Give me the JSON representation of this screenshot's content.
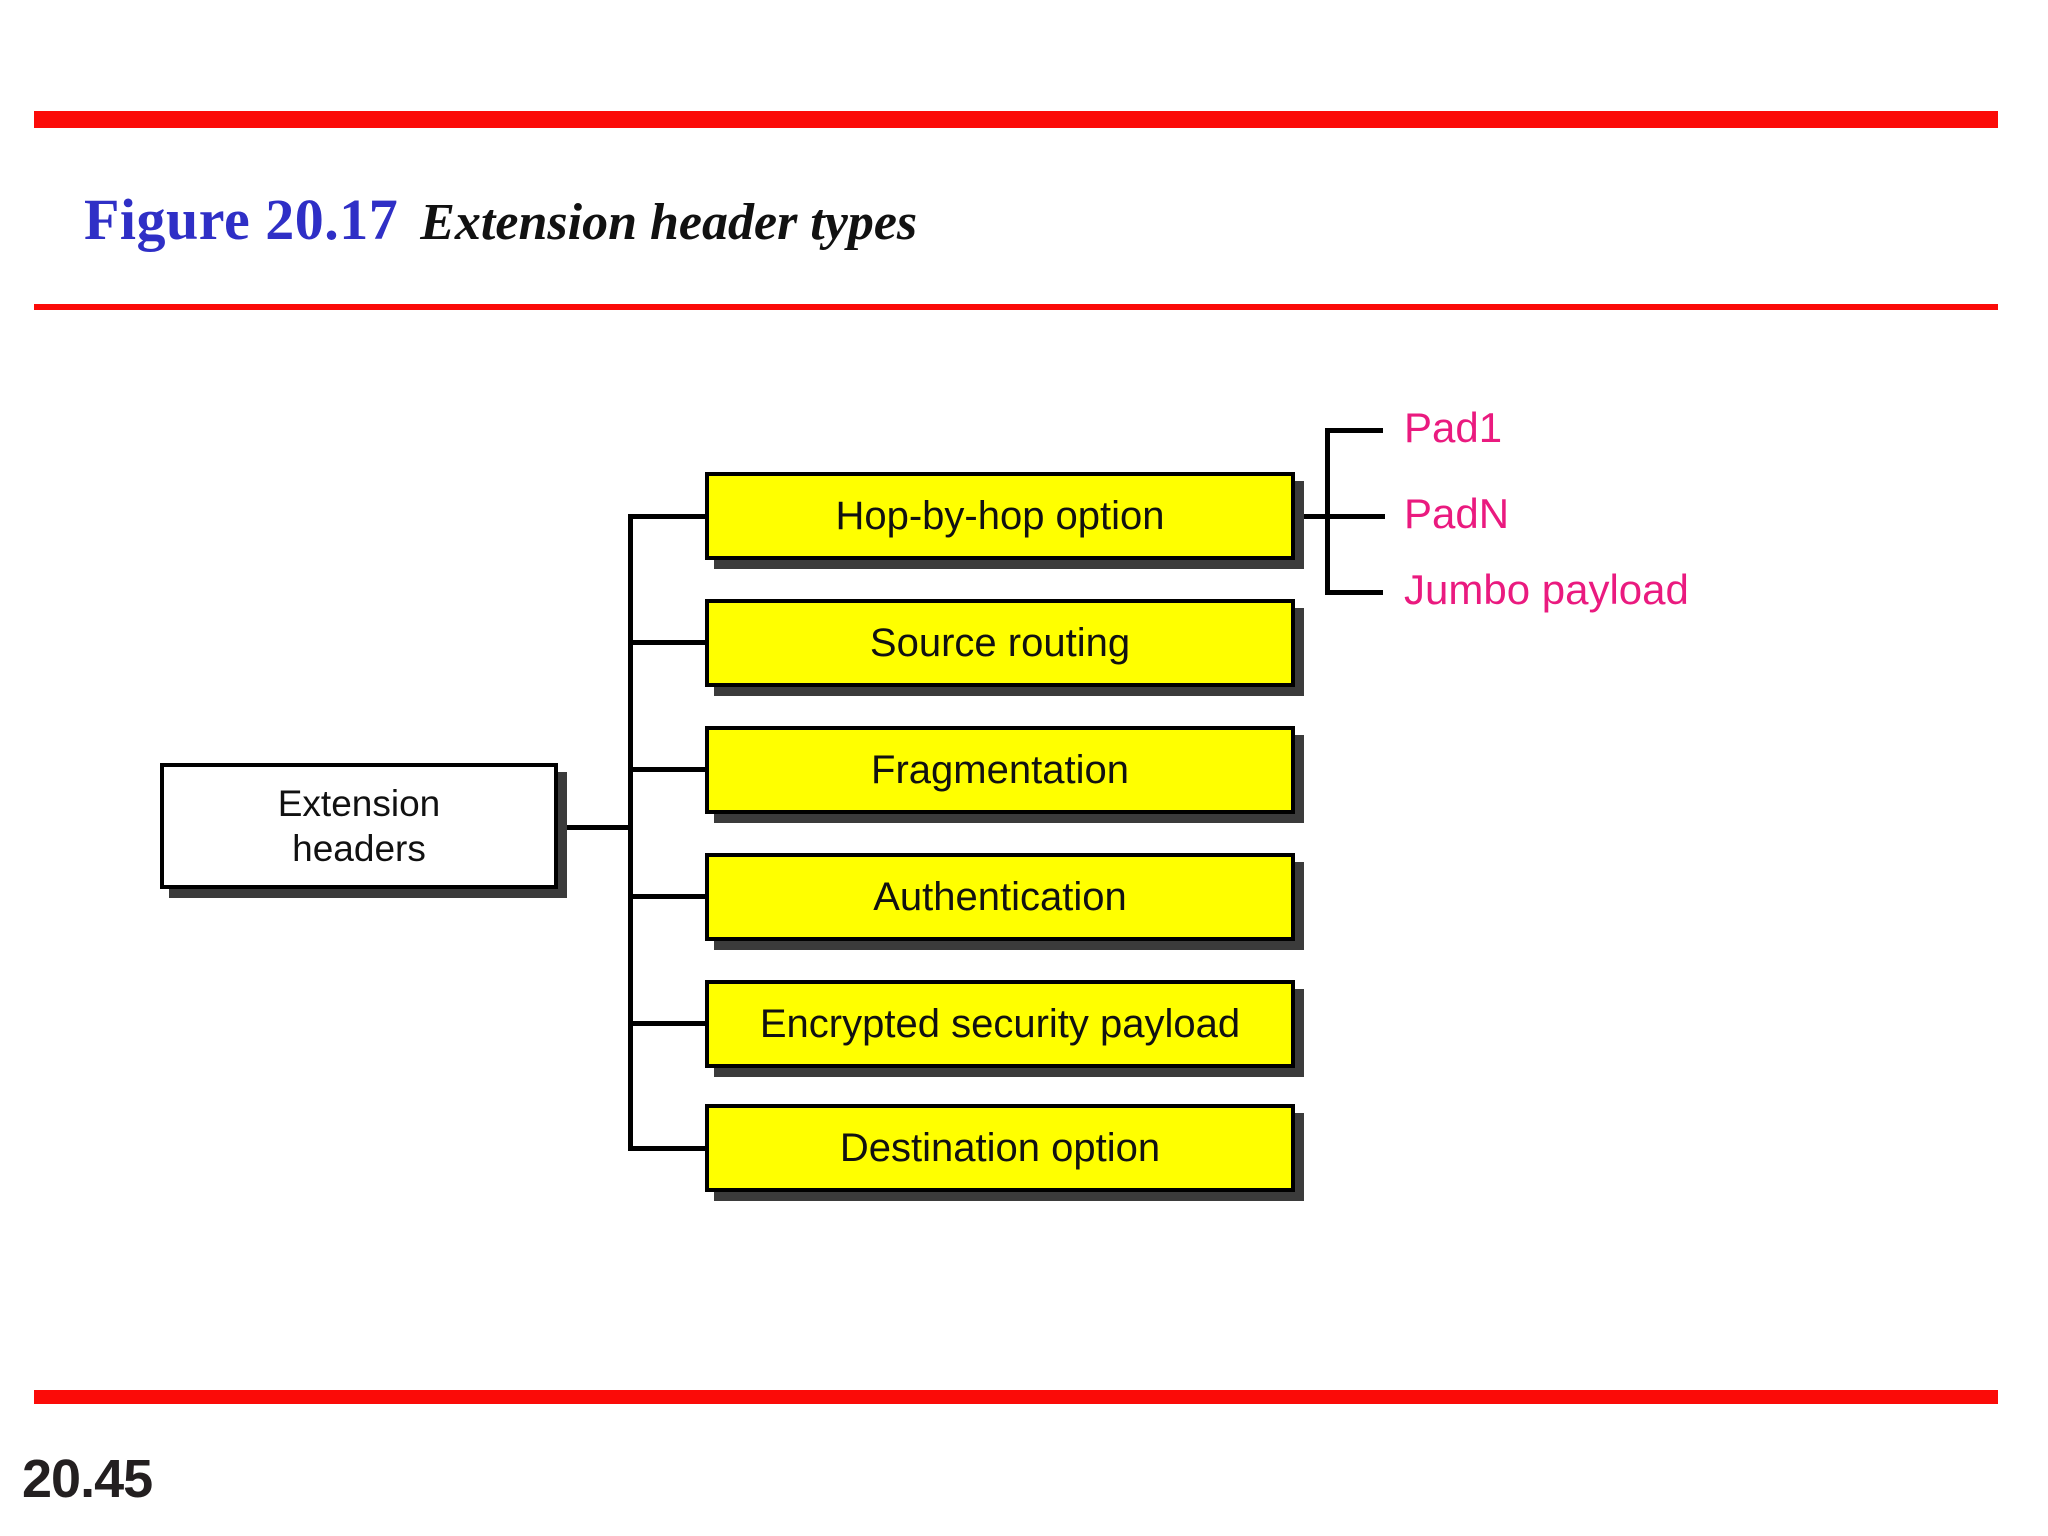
{
  "slide": {
    "page_number": "20.45",
    "accent_rule_color": "#fb0b08",
    "title_figure": "Figure 20.17",
    "title_caption": "Extension header types"
  },
  "diagram": {
    "type": "tree",
    "root": {
      "label_line1": "Extension",
      "label_line2": "headers",
      "fill_color": "#ffffff",
      "border_color": "#000000"
    },
    "branch_fill_color": "#ffff00",
    "branches": [
      {
        "label": "Hop-by-hop option"
      },
      {
        "label": "Source routing"
      },
      {
        "label": "Fragmentation"
      },
      {
        "label": "Authentication"
      },
      {
        "label": "Encrypted security payload"
      },
      {
        "label": "Destination option"
      }
    ],
    "sub_branch_parent": "Hop-by-hop option",
    "sub_branch_color": "#ea1a7f",
    "sub_branches": [
      {
        "label": "Pad1"
      },
      {
        "label": "PadN"
      },
      {
        "label": "Jumbo payload"
      }
    ]
  }
}
